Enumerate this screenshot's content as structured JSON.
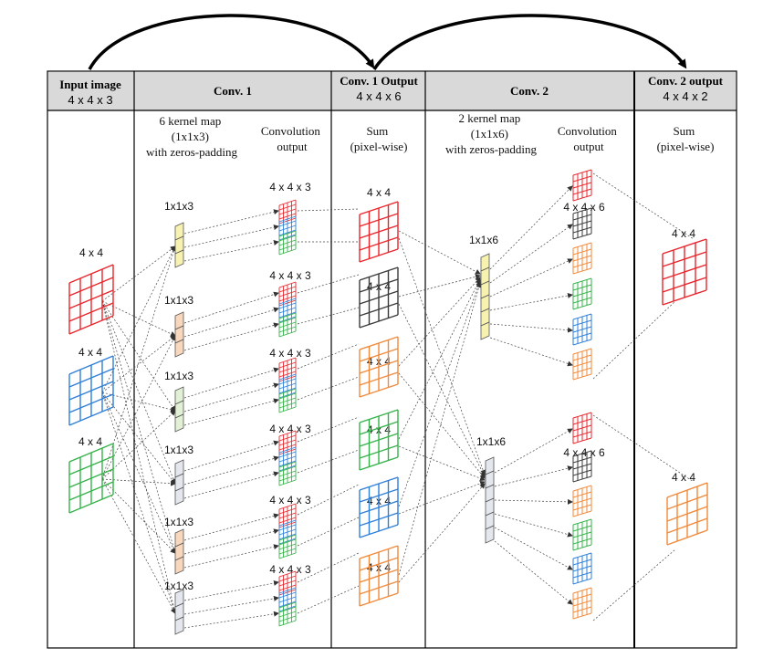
{
  "colors": {
    "red": "#e8262c",
    "black": "#3a3a3a",
    "orange": "#f08a3c",
    "green": "#36b24a",
    "blue": "#2f7fd8",
    "yellow_fill": "#f7f2b0",
    "peach_fill": "#f8d7bd",
    "mint_fill": "#e2f1d6",
    "grey_fill": "#e4e7ed",
    "header_bg": "#d9d9d9"
  },
  "headers": {
    "input": {
      "title": "Input image",
      "dims": "4 x 4 x 3"
    },
    "conv1": {
      "title": "Conv. 1"
    },
    "conv1_output": {
      "title": "Conv. 1 Output",
      "dims": "4 x 4 x 6"
    },
    "conv2": {
      "title": "Conv. 2"
    },
    "conv2_output": {
      "title": "Conv. 2 output",
      "dims": "4 x 4 x 2"
    }
  },
  "subheaders": {
    "kernel1": [
      "6 kernel map",
      "(1x1x3)",
      "with zeros-padding"
    ],
    "conv_out1": [
      "Convolution",
      "output"
    ],
    "sum1": [
      "Sum",
      "(pixel-wise)"
    ],
    "kernel2": [
      "2 kernel map",
      "(1x1x6)",
      "with zeros-padding"
    ],
    "conv_out2": [
      "Convolution",
      "output"
    ],
    "sum2": [
      "Sum",
      "(pixel-wise)"
    ]
  },
  "labels": {
    "input_grid": "4 x 4",
    "kernel1": "1x1x3",
    "conv1_stack": "4 x 4 x 3",
    "sum_grid": "4 x 4",
    "kernel2": "1x1x6",
    "conv2_stack": "4 x 4 x 6",
    "output_grid": "4 x 4"
  }
}
